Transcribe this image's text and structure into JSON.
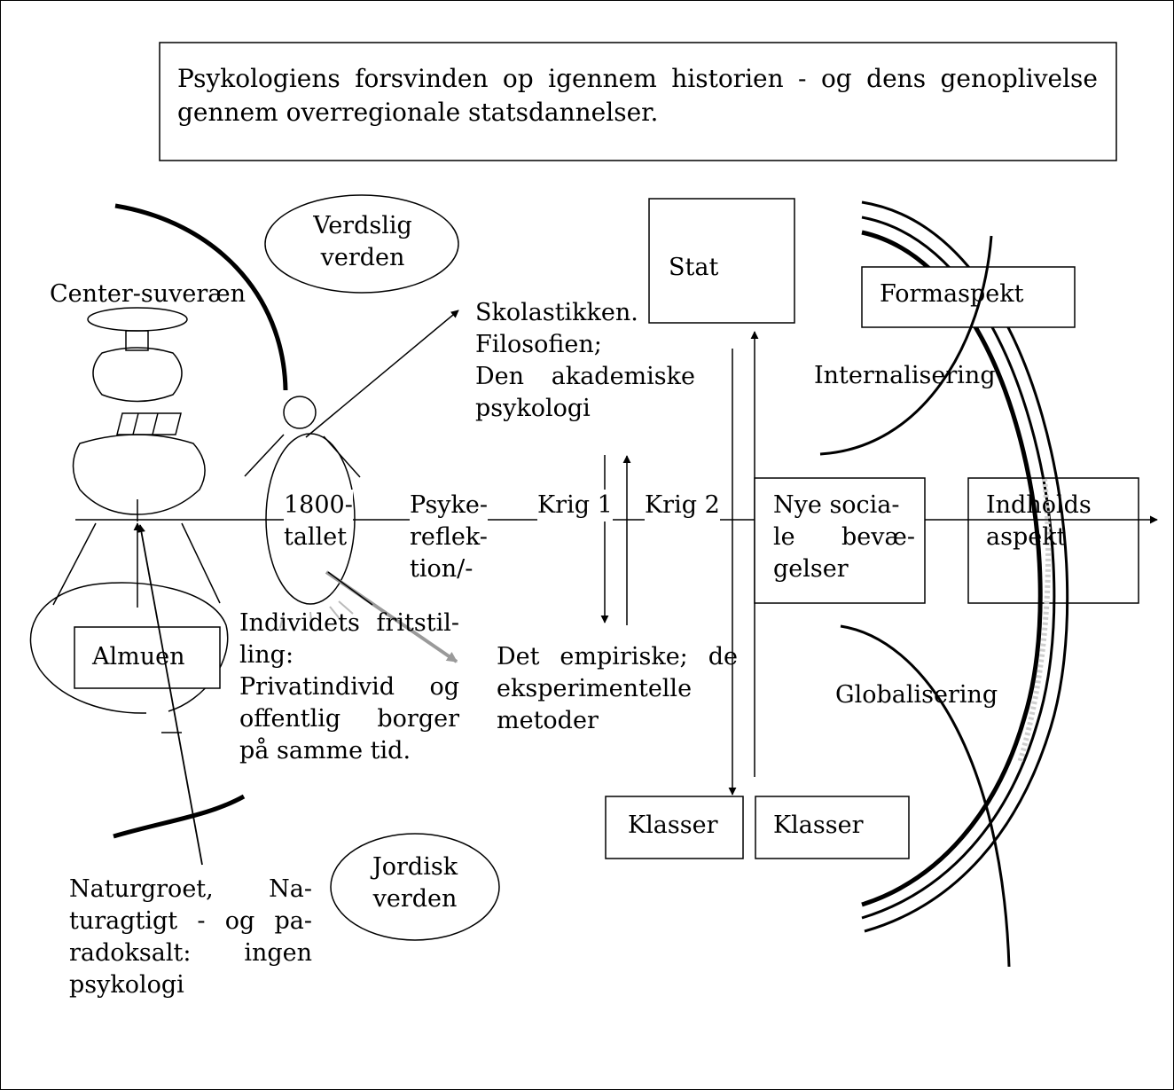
{
  "title_box": {
    "line1": "Psykologiens forsvinden op igennem historien - og dens genoplivelse",
    "line2": "gennem overregionale statsdannelser."
  },
  "labels": {
    "center_suveraen": "Center-suveræn",
    "verdslig": [
      "Verdslig",
      "verden"
    ],
    "jordisk": [
      "Jordisk",
      "verden"
    ],
    "almuen": "Almuen",
    "year": [
      "1800-",
      "tallet"
    ],
    "psyke": [
      "Psyke-",
      "reflek-",
      "tion/-"
    ],
    "krig1": "Krig 1",
    "krig2": "Krig 2",
    "skolastik": [
      "Skolastikken.",
      "Filosofien;",
      "Den akademiske",
      "psykologi"
    ],
    "individ": [
      "Individets fritstil-",
      "ling:",
      "Privatindivid og",
      "offentlig borger",
      "på samme tid."
    ],
    "empirisk": [
      "Det empiriske; de",
      "eksperimentelle",
      "metoder"
    ],
    "naturgroet": [
      "Naturgroet, Na-",
      "turagtigt - og pa-",
      "radoksalt: ingen",
      "psykologi"
    ],
    "stat": "Stat",
    "klasser_left": "Klasser",
    "klasser_right": "Klasser",
    "nye_sociale": [
      "Nye socia-",
      "le bevæ-",
      "gelser"
    ],
    "formaspekt": "Formaspekt",
    "indholds": [
      "Indholds",
      "aspekt"
    ],
    "internalisering": "Internalisering",
    "globalisering": "Globalisering"
  }
}
